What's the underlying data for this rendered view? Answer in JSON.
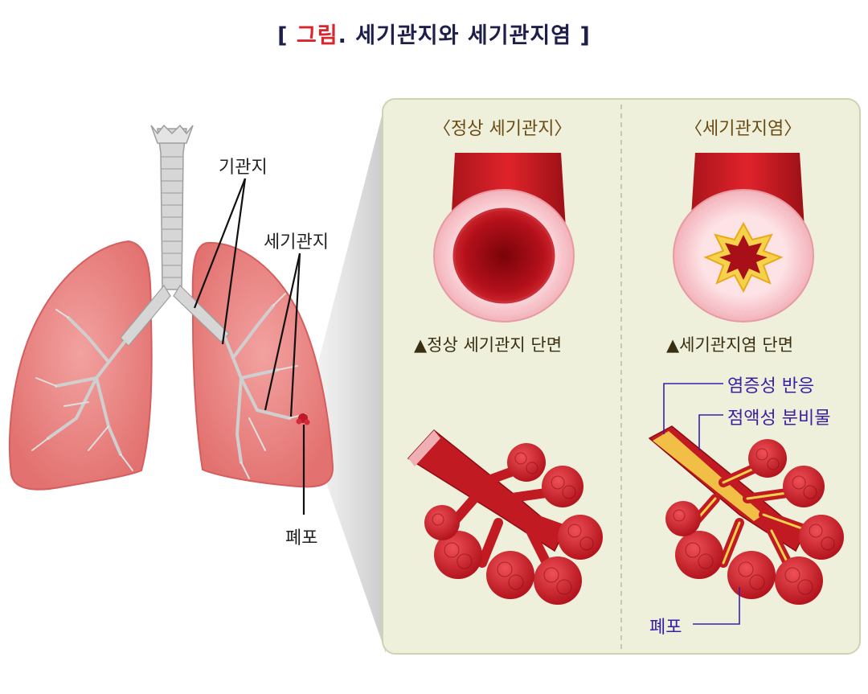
{
  "title": {
    "bracket_open": "[",
    "accent": "그림",
    "rest": ". 세기관지와 세기관지염",
    "bracket_close": "]"
  },
  "labels": {
    "trachea": "기관지",
    "bronchiole": "세기관지",
    "alveolus": "폐포"
  },
  "panels": {
    "normal": {
      "heading": "〈정상 세기관지〉",
      "caption": "▲정상 세기관지 단면"
    },
    "inflamed": {
      "heading": "〈세기관지염〉",
      "caption": "▲세기관지염 단면"
    }
  },
  "callouts": {
    "inflammation": "염증성 반응",
    "mucus": "점액성 분비물",
    "alveolus": "폐포"
  },
  "colors": {
    "title": "#1d1f4a",
    "accent": "#d9252b",
    "panel_bg": "#eef0dc",
    "callout": "#3b20a6"
  }
}
